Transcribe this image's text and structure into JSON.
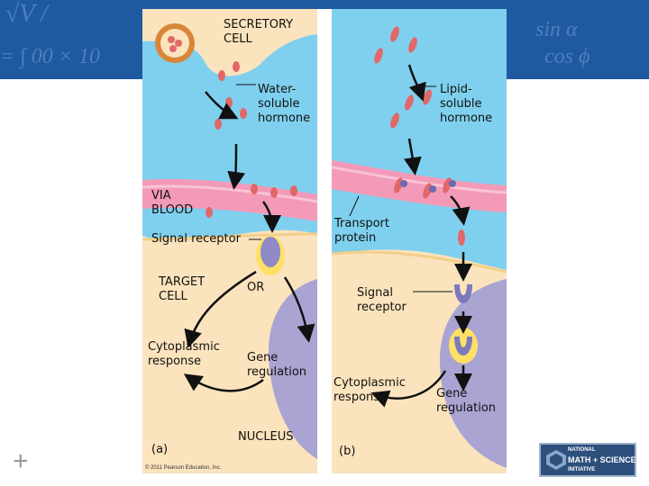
{
  "banner": {
    "formulas": [
      "√V /",
      "= ∫ 00 × 10",
      "sin α",
      "cos ϕ"
    ]
  },
  "diagram": {
    "secretory_cell": "SECRETORY\nCELL",
    "water_soluble": "Water-\nsoluble\nhormone",
    "lipid_soluble": "Lipid-\nsoluble\nhormone",
    "via_blood": "VIA\nBLOOD",
    "transport_protein": "Transport\nprotein",
    "signal_receptor_a": "Signal receptor",
    "target_cell": "TARGET\nCELL",
    "or_text": "OR",
    "signal_receptor_b": "Signal\nreceptor",
    "cytoplasmic_a": "Cytoplasmic\nresponse",
    "gene_regulation_a": "Gene\nregulation",
    "cytoplasmic_b": "Cytoplasmic\nresponse",
    "gene_regulation_b": "Gene\nregulation",
    "nucleus": "NUCLEUS",
    "panel_a": "(a)",
    "panel_b": "(b)",
    "copyright": "© 2011 Pearson Education, Inc."
  },
  "logo": {
    "line1": "NATIONAL",
    "line2": "MATH + SCIENCE",
    "line3": "INITIATIVE"
  },
  "colors": {
    "banner": "#1f5aa0",
    "cell": "#fbe3bd",
    "fluid": "#7fd0ee",
    "blood": "#f39ab8",
    "nucleus": "#a9a4d2",
    "hormone": "#e06868"
  }
}
